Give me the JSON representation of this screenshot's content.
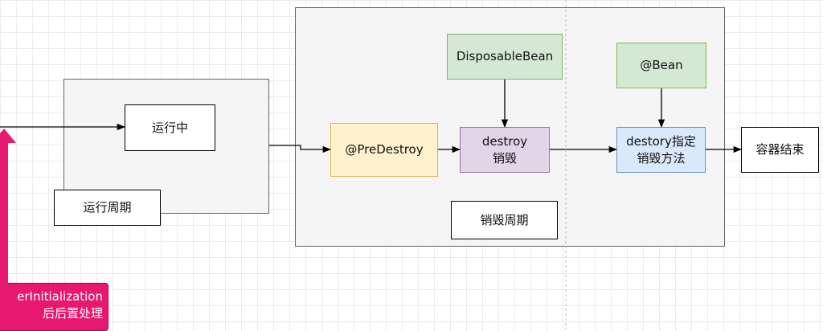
{
  "nodes": {
    "running": "运行中",
    "running_period": "运行周期",
    "predestroy": "@PreDestroy",
    "disposable_bean": "DisposableBean",
    "destroy": "destroy\n销毁",
    "bean": "@Bean",
    "destory_method": "destory指定\n销毁方法",
    "container_end": "容器结束",
    "destroy_period": "销毁周期",
    "pink_label": "erInitialization\n后后置处理"
  },
  "colors": {
    "yellow": "#fff2cc",
    "purple": "#e1d5e7",
    "green": "#d5e8d4",
    "blue": "#dae8fc",
    "pink": "#e6196e"
  }
}
